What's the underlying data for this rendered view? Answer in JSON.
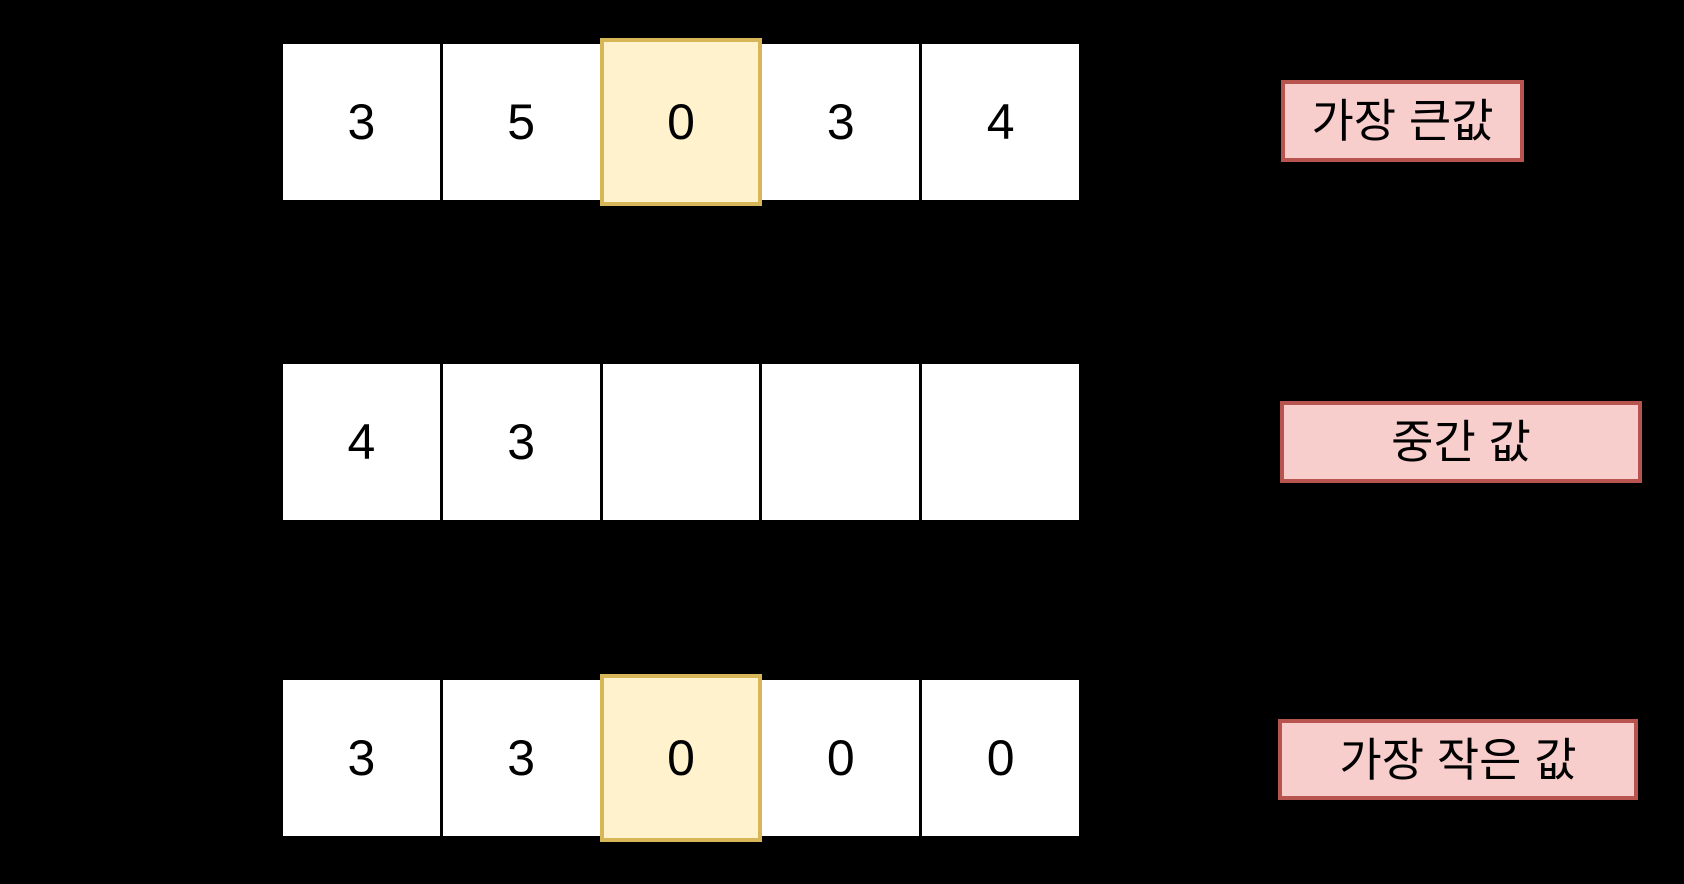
{
  "background_color": "#000000",
  "colors": {
    "cell_fill": "#ffffff",
    "cell_text": "#000000",
    "highlight_fill": "#fff2cc",
    "highlight_border": "#d6b656",
    "label_fill": "#f8cecc",
    "label_border": "#b85450",
    "label_text": "#000000"
  },
  "rows": [
    {
      "label": "가장 큰값",
      "cells": [
        "3",
        "5",
        "0",
        "3",
        "4"
      ],
      "highlight_index": 2
    },
    {
      "label": "중간 값",
      "cells": [
        "4",
        "3",
        "",
        "",
        ""
      ],
      "highlight_index": -1
    },
    {
      "label": "가장 작은 값",
      "cells": [
        "3",
        "3",
        "0",
        "0",
        "0"
      ],
      "highlight_index": 2
    }
  ]
}
